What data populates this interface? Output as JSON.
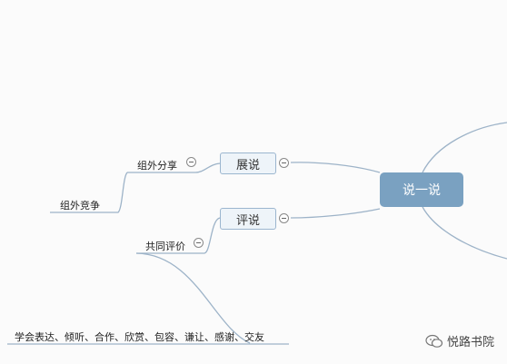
{
  "diagram": {
    "central": {
      "label": "说一说"
    },
    "branches": [
      {
        "label": "展说",
        "children": [
          {
            "label": "组外分享",
            "children": [
              {
                "label": "组外竞争"
              }
            ]
          }
        ]
      },
      {
        "label": "评说",
        "children": [
          {
            "label": "共同评价",
            "children": [
              {
                "label": "学会表达、倾听、合作、欣赏、包容、谦让、感谢、交友"
              }
            ]
          }
        ]
      }
    ]
  },
  "watermark": {
    "text": "悦路书院"
  },
  "colors": {
    "central_fill": "#7aa1c1",
    "branch_fill": "#eef4f9",
    "branch_border": "#9bb6cf",
    "connector": "#9db3c8"
  }
}
